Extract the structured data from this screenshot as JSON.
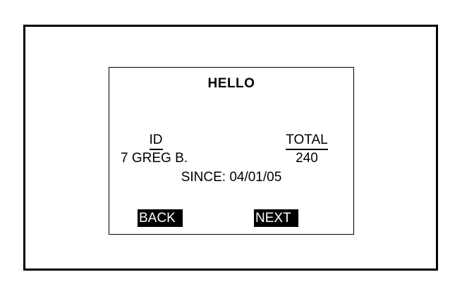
{
  "screen": {
    "greeting": "HELLO",
    "columns": {
      "id_header": "ID",
      "total_header": "TOTAL"
    },
    "record": {
      "id": "7",
      "name": "GREG B.",
      "total": "240"
    },
    "since_text": "SINCE: 04/01/05",
    "buttons": {
      "back_label": "BACK",
      "next_label": "NEXT"
    }
  },
  "colors": {
    "foreground": "#000000",
    "background": "#ffffff",
    "button_bg": "#000000",
    "button_text": "#ffffff"
  }
}
